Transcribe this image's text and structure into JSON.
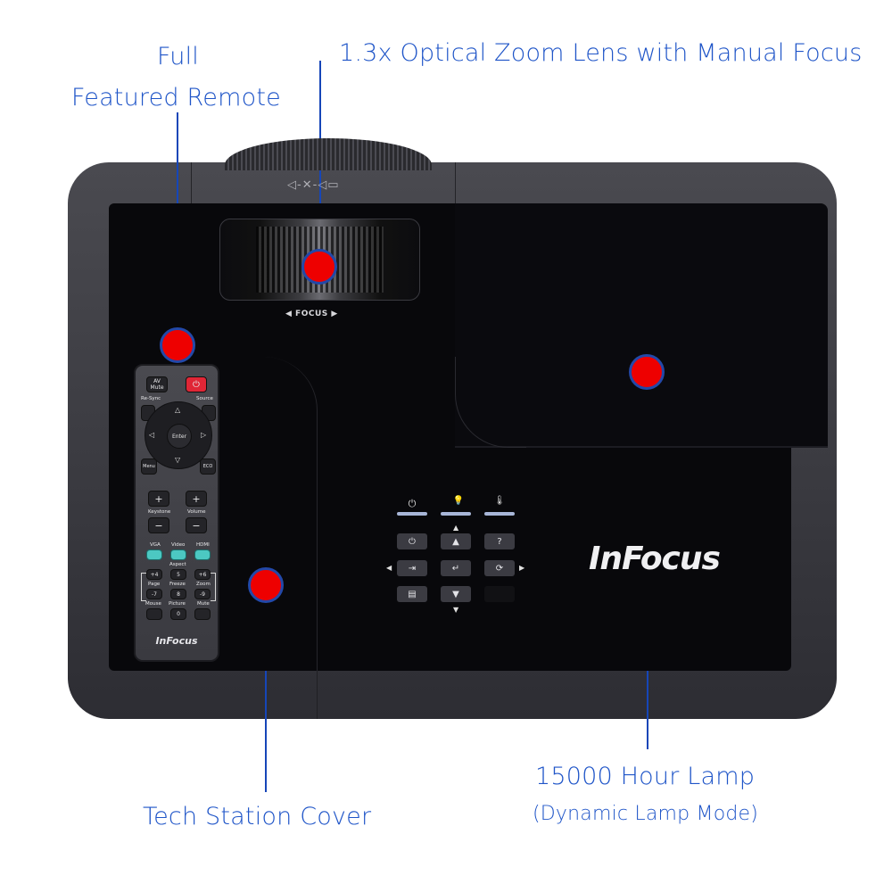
{
  "callouts": {
    "remote": {
      "line1": "Full",
      "line2": "Featured Remote"
    },
    "lens": {
      "text": "1.3x Optical Zoom Lens with Manual Focus"
    },
    "tech_station": {
      "text": "Tech Station Cover"
    },
    "lamp": {
      "line1": "15000 Hour Lamp",
      "line2": "(Dynamic Lamp Mode)"
    }
  },
  "projector": {
    "brand": "InFocus",
    "zoom_icon": "◁-✕-◁▭",
    "focus_label": "◀ FOCUS ▶",
    "indicators": [
      {
        "icon": "power-icon",
        "glyph": "⏻"
      },
      {
        "icon": "lamp-icon",
        "glyph": "💡"
      },
      {
        "icon": "temperature-icon",
        "glyph": "🌡"
      }
    ],
    "keypad": {
      "up_arrow": "▲",
      "down_arrow": "▼",
      "left_arrow": "◀",
      "right_arrow": "▶",
      "power": "⏻",
      "up": "▲",
      "help": "?",
      "source": "⇥",
      "enter": "↵",
      "resync": "⟳",
      "menu": "▤",
      "down": "▼"
    }
  },
  "remote": {
    "av_mute": "AV Mute",
    "power": "⏻",
    "resync": "Re-Sync",
    "source": "Source",
    "enter": "Enter",
    "up": "△",
    "down": "▽",
    "left": "◁",
    "right": "▷",
    "menu": "Menu",
    "eco": "ECO",
    "plus": "+",
    "minus": "−",
    "keystone": "Keystone",
    "volume": "Volume",
    "vga": "VGA",
    "video": "Video",
    "hdmi": "HDMI",
    "aspect": "Aspect",
    "page": "Page",
    "freeze": "Freeze",
    "zoom": "Zoom",
    "mouse": "Mouse",
    "picture": "Picture",
    "mute": "Mute",
    "key_4": "+4",
    "key_5": "5",
    "key_6": "+6",
    "key_7": "-7",
    "key_8": "8",
    "key_9": "-9",
    "key_0": "0",
    "logo": "InFocus"
  },
  "colors": {
    "callout_text": "#1f55c8",
    "callout_line": "#1646b8",
    "marker_fill": "#ee0000",
    "marker_ring": "#2348a8",
    "body": "#3c3c42",
    "panel": "#08080b"
  }
}
